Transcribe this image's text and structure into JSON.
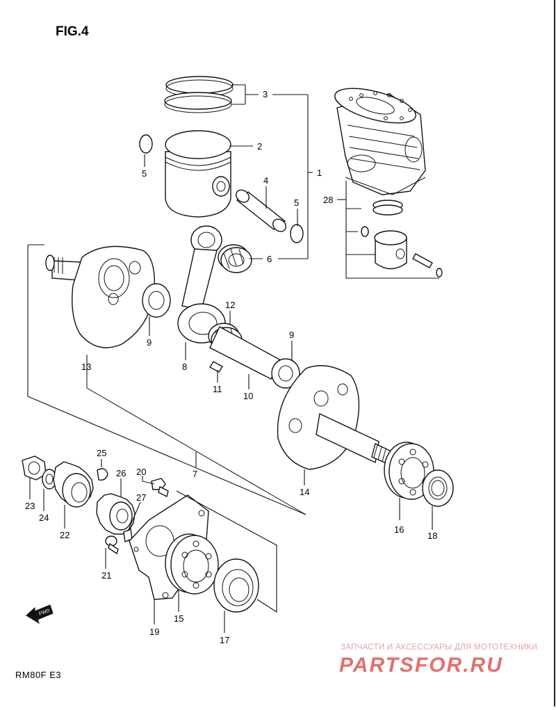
{
  "figure": {
    "title": "FIG.4",
    "model": "RM80F  E3"
  },
  "callouts": {
    "n1": "1",
    "n2": "2",
    "n3": "3",
    "n4": "4",
    "n5a": "5",
    "n5b": "5",
    "n6": "6",
    "n7": "7",
    "n8": "8",
    "n9a": "9",
    "n9b": "9",
    "n10": "10",
    "n11": "11",
    "n12": "12",
    "n13": "13",
    "n14": "14",
    "n15": "15",
    "n16": "16",
    "n17": "17",
    "n18": "18",
    "n19": "19",
    "n20": "20",
    "n21": "21",
    "n22": "22",
    "n23": "23",
    "n24": "24",
    "n25": "25",
    "n26": "26",
    "n27": "27",
    "n28": "28"
  },
  "fwd_label": "FWD",
  "watermark": {
    "subtitle": "ЗАПЧАСТИ И АКСЕССУАРЫ ДЛЯ МОТОТЕХНИКИ",
    "brand": "PARTSFOR.RU"
  }
}
